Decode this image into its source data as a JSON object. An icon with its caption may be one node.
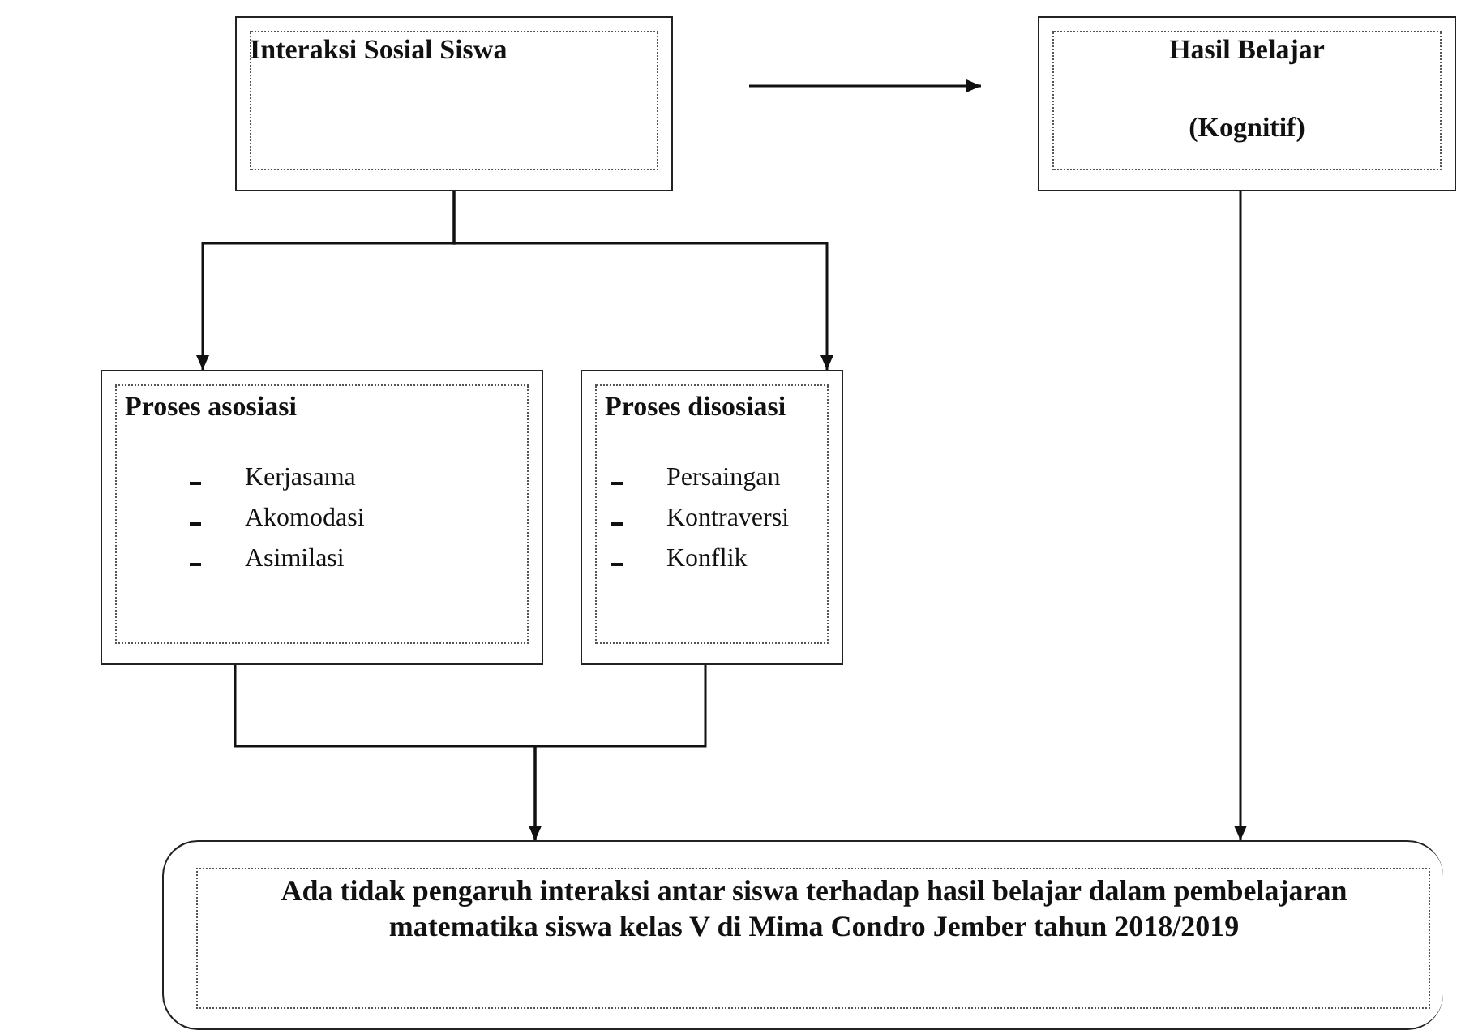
{
  "diagram": {
    "nodes": [
      {
        "text": [
          "Interaksi Sosial Siswa"
        ]
      },
      {
        "text": [
          "Hasil Belajar",
          "(Kognitif)"
        ]
      },
      {
        "text": [
          "Proses asosiasi",
          "Kerjasama",
          "Akomodasi",
          "Asimilasi"
        ]
      },
      {
        "text": [
          "Proses disosiasi",
          "Persaingan",
          "Kontraversi",
          "Konflik"
        ]
      },
      {
        "text": [
          "Ada tidak pengaruh interaksi antar siswa terhadap hasil belajar dalam pembelajaran matematika siswa kelas V di Mima Condro Jember tahun 2018/2019"
        ]
      }
    ],
    "edges": [
      {
        "from": 0,
        "to": 1,
        "arrow": "to"
      },
      {
        "from": 0,
        "to": 2,
        "arrow": "to"
      },
      {
        "from": 0,
        "to": 3,
        "arrow": "to"
      },
      {
        "from": 2,
        "to": 4,
        "arrow": "to"
      },
      {
        "from": 3,
        "to": 4,
        "arrow": "to"
      },
      {
        "from": 1,
        "to": 4,
        "arrow": "to"
      }
    ]
  }
}
